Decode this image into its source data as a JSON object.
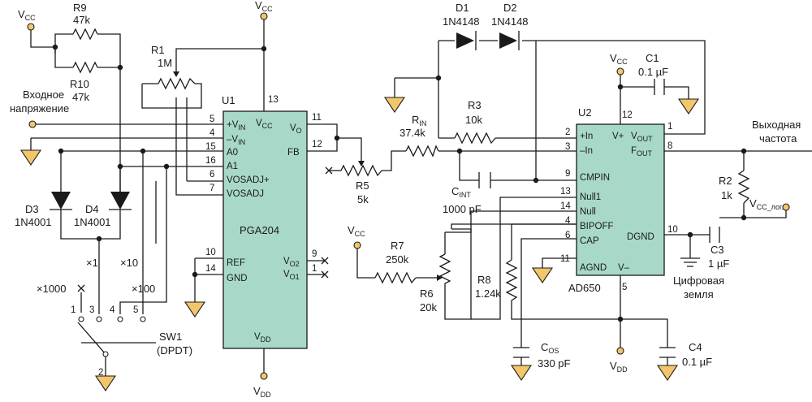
{
  "labels": {
    "vcc": "V",
    "vcc_sub": "CC",
    "vdd": "V",
    "vdd_sub": "DD",
    "input_l1": "Входное",
    "input_l2": "напряжение",
    "output_l1": "Выходная",
    "output_l2": "частота",
    "digital_gnd_l1": "Цифровая",
    "digital_gnd_l2": "земля",
    "vcc_logic": "V",
    "vcc_logic_sub": "CC_лог."
  },
  "components": {
    "R9": {
      "ref": "R9",
      "value": "47k"
    },
    "R10": {
      "ref": "R10",
      "value": "47k"
    },
    "R1": {
      "ref": "R1",
      "value": "1M"
    },
    "R5": {
      "ref": "R5",
      "value": "5k"
    },
    "RIN": {
      "ref": "R",
      "ref_sub": "IN",
      "value": "37.4k"
    },
    "R3": {
      "ref": "R3",
      "value": "10k"
    },
    "R7": {
      "ref": "R7",
      "value": "250k"
    },
    "R6": {
      "ref": "R6",
      "value": "20k"
    },
    "R8": {
      "ref": "R8",
      "value": "1.24k"
    },
    "R2": {
      "ref": "R2",
      "value": "1k"
    },
    "D1": {
      "ref": "D1",
      "value": "1N4148"
    },
    "D2": {
      "ref": "D2",
      "value": "1N4148"
    },
    "D3": {
      "ref": "D3",
      "value": "1N4001"
    },
    "D4": {
      "ref": "D4",
      "value": "1N4001"
    },
    "C1": {
      "ref": "C1",
      "value": "0.1 µF"
    },
    "CINT": {
      "ref": "C",
      "ref_sub": "INT",
      "value": "1000 pF"
    },
    "COS": {
      "ref": "C",
      "ref_sub": "OS",
      "value": "330 pF"
    },
    "C4": {
      "ref": "C4",
      "value": "0.1 µF"
    },
    "C3": {
      "ref": "C3",
      "value": "1 µF"
    },
    "SW1": {
      "ref": "SW1",
      "value": "(DPDT)"
    }
  },
  "switch": {
    "gain_1": "×1",
    "gain_10": "×10",
    "gain_100": "×100",
    "gain_1000": "×1000",
    "pin_1": "1",
    "pin_2": "2",
    "pin_3": "3",
    "pin_4": "4",
    "pin_5": "5"
  },
  "u1": {
    "ref": "U1",
    "name": "PGA204",
    "vcc_pin": "V",
    "vcc_pin_sub": "CC",
    "vdd_pin": "V",
    "vdd_pin_sub": "DD",
    "pins": {
      "vin_p": "+V",
      "vin_p_sub": "IN",
      "vin_n": "–V",
      "vin_n_sub": "IN",
      "a0": "A0",
      "a1": "A1",
      "vosadjp": "VOSADJ+",
      "vosadj": "VOSADJ",
      "ref": "REF",
      "gnd": "GND",
      "vo": "V",
      "vo_sub": "O",
      "fb": "FB",
      "vo2": "V",
      "vo2_sub": "O2",
      "vo1": "V",
      "vo1_sub": "O1"
    },
    "numbers": {
      "n13": "13",
      "n5": "5",
      "n4": "4",
      "n15": "15",
      "n16": "16",
      "n6": "6",
      "n7": "7",
      "n10": "10",
      "n14": "14",
      "n11": "11",
      "n12": "12",
      "n9": "9",
      "n1": "1"
    }
  },
  "u2": {
    "ref": "U2",
    "name": "AD650",
    "pins": {
      "in_p": "+In",
      "in_n": "–In",
      "vplus": "V+",
      "vout": "V",
      "vout_sub": "OUT",
      "fout": "F",
      "fout_sub": "OUT",
      "cmpin": "CMPIN",
      "null1": "Null1",
      "null": "Null",
      "bipoff": "BIPOFF",
      "cap": "CAP",
      "dgnd": "DGND",
      "agnd": "AGND",
      "vminus": "V–"
    },
    "numbers": {
      "n12": "12",
      "n2": "2",
      "n3": "3",
      "n9": "9",
      "n13": "13",
      "n14": "14",
      "n4": "4",
      "n6": "6",
      "n11": "11",
      "n1": "1",
      "n8": "8",
      "n10": "10",
      "n5": "5"
    }
  }
}
